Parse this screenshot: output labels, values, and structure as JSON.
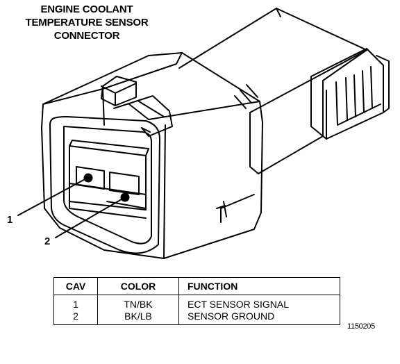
{
  "title": {
    "line1": "ENGINE COOLANT",
    "line2": "TEMPERATURE SENSOR",
    "line3": "CONNECTOR"
  },
  "callouts": {
    "pin1": "1",
    "pin2": "2"
  },
  "table": {
    "headers": [
      "CAV",
      "COLOR",
      "FUNCTION"
    ],
    "rows": [
      [
        "1",
        "TN/BK",
        "ECT SENSOR SIGNAL"
      ],
      [
        "2",
        "BK/LB",
        "SENSOR GROUND"
      ]
    ]
  },
  "figure_id": "1150205"
}
